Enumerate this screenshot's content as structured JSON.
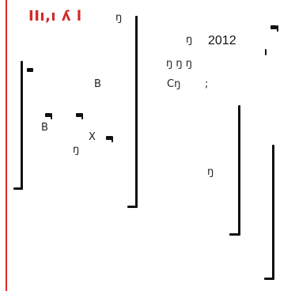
{
  "title": "IIı,ı ʎ l",
  "year": "2012",
  "glyphs": {
    "b1": "B",
    "c1": "Cŋ",
    "b2": "B",
    "n1": "ŋ ŋ ŋ",
    "n2": "ŋ",
    "n3": "ŋ",
    "n4": "ŋ",
    "n5": "ŋ",
    "x1": "X",
    "semi": ";"
  },
  "colors": {
    "accent": "#d12a2a",
    "ink": "#111111"
  }
}
